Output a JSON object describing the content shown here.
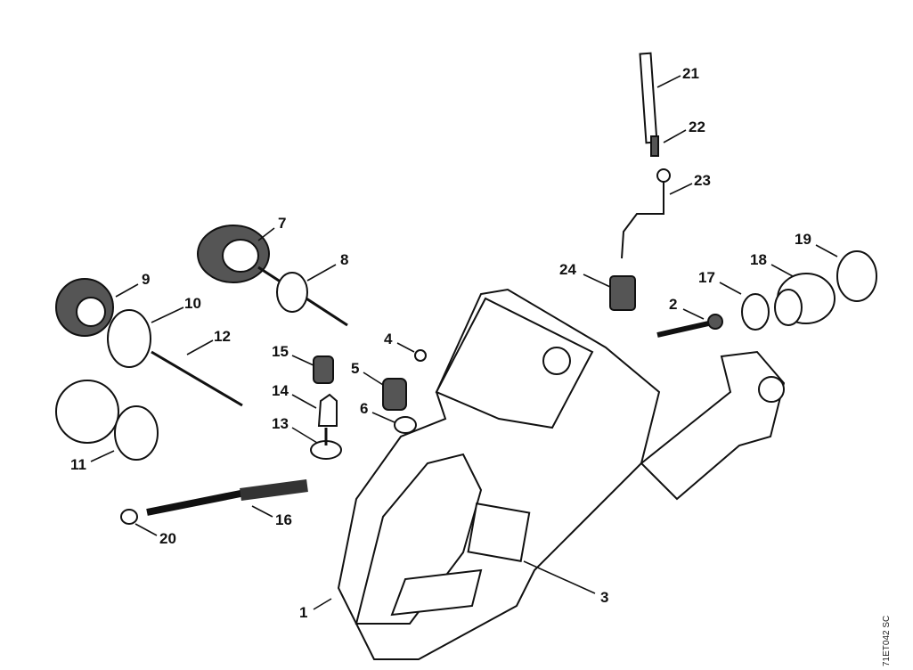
{
  "diagram": {
    "drawing_code": "71ET042 SC",
    "callouts": {
      "c1": "1",
      "c2": "2",
      "c3": "3",
      "c4": "4",
      "c5": "5",
      "c6": "6",
      "c7": "7",
      "c8": "8",
      "c9": "9",
      "c10": "10",
      "c11": "11",
      "c12": "12",
      "c13": "13",
      "c14": "14",
      "c15": "15",
      "c16": "16",
      "c17": "17",
      "c18": "18",
      "c19": "19",
      "c20": "20",
      "c21": "21",
      "c22": "22",
      "c23": "23",
      "c24": "24"
    }
  }
}
